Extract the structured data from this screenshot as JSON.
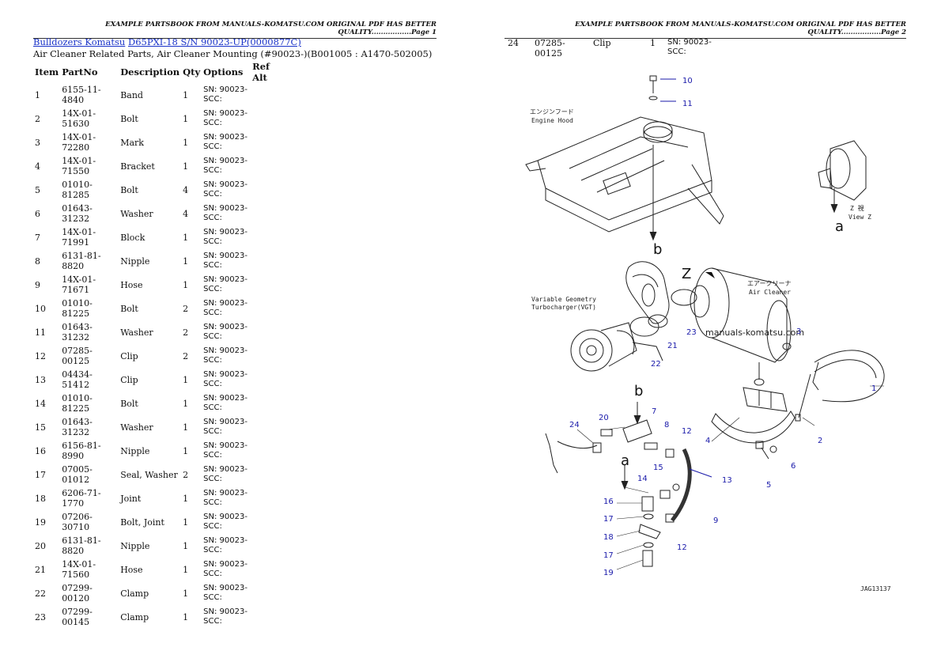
{
  "page1": {
    "header": "EXAMPLE PARTSBOOK FROM MANUALS-KOMATSU.COM ORIGINAL PDF HAS BETTER QUALITY.................Page 1",
    "breadcrumb_link1": "Bulldozers Komatsu",
    "breadcrumb_link2": "D65PXI-18 S/N 90023-UP(0000877C)",
    "subtitle": "Air Cleaner Related Parts, Air Cleaner Mounting (#90023-)(B001005 : A1470-502005)",
    "columns": [
      "Item",
      "PartNo",
      "Description",
      "Qty",
      "Options",
      "Ref Alt"
    ],
    "rows": [
      {
        "item": "1",
        "part": "6155-11-4840",
        "desc": "Band",
        "qty": "1",
        "opt": "SN: 90023-\nSCC:"
      },
      {
        "item": "2",
        "part": "14X-01-51630",
        "desc": "Bolt",
        "qty": "1",
        "opt": "SN: 90023-\nSCC:"
      },
      {
        "item": "3",
        "part": "14X-01-72280",
        "desc": "Mark",
        "qty": "1",
        "opt": "SN: 90023-\nSCC:"
      },
      {
        "item": "4",
        "part": "14X-01-71550",
        "desc": "Bracket",
        "qty": "1",
        "opt": "SN: 90023-\nSCC:"
      },
      {
        "item": "5",
        "part": "01010-81285",
        "desc": "Bolt",
        "qty": "4",
        "opt": "SN: 90023-\nSCC:"
      },
      {
        "item": "6",
        "part": "01643-31232",
        "desc": "Washer",
        "qty": "4",
        "opt": "SN: 90023-\nSCC:"
      },
      {
        "item": "7",
        "part": "14X-01-71991",
        "desc": "Block",
        "qty": "1",
        "opt": "SN: 90023-\nSCC:"
      },
      {
        "item": "8",
        "part": "6131-81-8820",
        "desc": "Nipple",
        "qty": "1",
        "opt": "SN: 90023-\nSCC:"
      },
      {
        "item": "9",
        "part": "14X-01-71671",
        "desc": "Hose",
        "qty": "1",
        "opt": "SN: 90023-\nSCC:"
      },
      {
        "item": "10",
        "part": "01010-81225",
        "desc": "Bolt",
        "qty": "2",
        "opt": "SN: 90023-\nSCC:"
      },
      {
        "item": "11",
        "part": "01643-31232",
        "desc": "Washer",
        "qty": "2",
        "opt": "SN: 90023-\nSCC:"
      },
      {
        "item": "12",
        "part": "07285-00125",
        "desc": "Clip",
        "qty": "2",
        "opt": "SN: 90023-\nSCC:"
      },
      {
        "item": "13",
        "part": "04434-51412",
        "desc": "Clip",
        "qty": "1",
        "opt": "SN: 90023-\nSCC:"
      },
      {
        "item": "14",
        "part": "01010-81225",
        "desc": "Bolt",
        "qty": "1",
        "opt": "SN: 90023-\nSCC:"
      },
      {
        "item": "15",
        "part": "01643-31232",
        "desc": "Washer",
        "qty": "1",
        "opt": "SN: 90023-\nSCC:"
      },
      {
        "item": "16",
        "part": "6156-81-8990",
        "desc": "Nipple",
        "qty": "1",
        "opt": "SN: 90023-\nSCC:"
      },
      {
        "item": "17",
        "part": "07005-01012",
        "desc": "Seal, Washer",
        "qty": "2",
        "opt": "SN: 90023-\nSCC:"
      },
      {
        "item": "18",
        "part": "6206-71-1770",
        "desc": "Joint",
        "qty": "1",
        "opt": "SN: 90023-\nSCC:"
      },
      {
        "item": "19",
        "part": "07206-30710",
        "desc": "Bolt, Joint",
        "qty": "1",
        "opt": "SN: 90023-\nSCC:"
      },
      {
        "item": "20",
        "part": "6131-81-8820",
        "desc": "Nipple",
        "qty": "1",
        "opt": "SN: 90023-\nSCC:"
      },
      {
        "item": "21",
        "part": "14X-01-71560",
        "desc": "Hose",
        "qty": "1",
        "opt": "SN: 90023-\nSCC:"
      },
      {
        "item": "22",
        "part": "07299-00120",
        "desc": "Clamp",
        "qty": "1",
        "opt": "SN: 90023-\nSCC:"
      },
      {
        "item": "23",
        "part": "07299-00145",
        "desc": "Clamp",
        "qty": "1",
        "opt": "SN: 90023-\nSCC:"
      }
    ]
  },
  "page2": {
    "header": "EXAMPLE PARTSBOOK FROM MANUALS-KOMATSU.COM ORIGINAL PDF HAS BETTER QUALITY.................Page 2",
    "row": {
      "item": "24",
      "part": "07285-00125",
      "desc": "Clip",
      "qty": "1",
      "opt": "SN: 90023-\nSCC:"
    }
  },
  "diagram": {
    "callouts": [
      "1",
      "2",
      "3",
      "4",
      "5",
      "6",
      "7",
      "8",
      "9",
      "10",
      "11",
      "12",
      "12",
      "13",
      "14",
      "15",
      "16",
      "17",
      "17",
      "18",
      "19",
      "20",
      "21",
      "22",
      "23",
      "24"
    ],
    "engine_hood_jp": "エンジンフード",
    "engine_hood": "Engine Hood",
    "vgt_line1": "Variable Geometry",
    "vgt_line2": "Turbocharger(VGT)",
    "air_cleaner_jp": "エアークリーナ",
    "air_cleaner": "Air Cleaner",
    "view_z_jp": "Z  視",
    "view_z": "View Z",
    "letter_a": "a",
    "letter_b": "b",
    "letter_z": "Z",
    "watermark": "manuals-komatsu.com",
    "code": "JAG13137"
  },
  "colors": {
    "link": "#1a33c9",
    "callout": "#1a1aaa"
  }
}
